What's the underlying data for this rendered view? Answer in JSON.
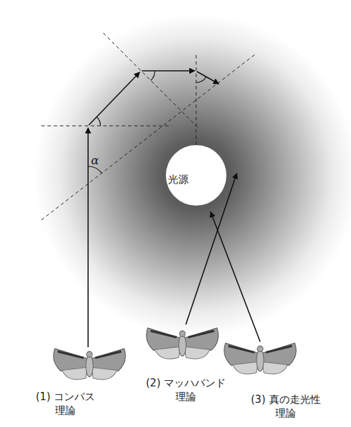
{
  "diagram": {
    "nodes": [
      {
        "text": [
          "光源"
        ]
      }
    ],
    "labels": [
      "α",
      "(1) コンパス 理論",
      "(2) マッハバンド 理論",
      "(3) 真の走光性 理論"
    ]
  }
}
